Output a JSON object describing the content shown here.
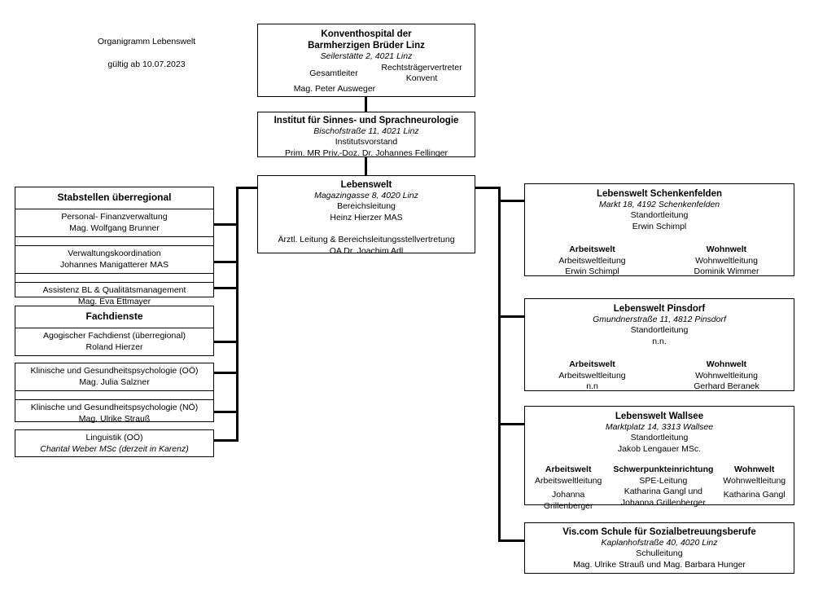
{
  "document": {
    "note_line1": "Organigramm Lebenswelt",
    "note_line2": "gültig ab 10.07.2023"
  },
  "top": {
    "hospital": {
      "title_line1": "Konventhospital der",
      "title_line2": "Barmherzigen Brüder Linz",
      "address": "Seilerstätte 2, 4021 Linz",
      "role_left": "Gesamtleiter",
      "role_right_line1": "Rechtsträgervertreter",
      "role_right_line2": "Konvent",
      "person_left": "Mag. Peter Ausweger"
    },
    "institute": {
      "title": "Institut für Sinnes- und Sprachneurologie",
      "address": "Bischofstraße 11, 4021 Linz",
      "role": "Institutsvorstand",
      "person": "Prim. MR Priv.-Doz. Dr. Johannes Fellinger"
    },
    "lebenswelt": {
      "title": "Lebenswelt",
      "address": "Magazingasse 8, 4020 Linz",
      "role": "Bereichsleitung",
      "person": "Heinz Hierzer MAS",
      "role2": "Ärztl. Leitung & Bereichsleitungsstellvertretung",
      "person2": "OA Dr. Joachim Adl"
    }
  },
  "left": {
    "groups": [
      {
        "header": "Stabstellen überregional",
        "entries": [
          {
            "role": "Personal- Finanzverwaltung",
            "person": "Mag. Wolfgang Brunner"
          },
          {
            "role": "Verwaltungskoordination",
            "person": "Johannes Manigatterer MAS"
          },
          {
            "role": "Assistenz BL & Qualitätsmanagement",
            "person": "Mag. Eva Ettmayer"
          }
        ]
      },
      {
        "header": "Fachdienste",
        "entries": [
          {
            "role": "Agogischer Fachdienst (überregional)",
            "person": "Roland Hierzer"
          }
        ]
      },
      {
        "header": null,
        "entries": [
          {
            "role": "Klinische und Gesundheitspsychologie (OÖ)",
            "person": "Mag. Julia Salzner"
          },
          {
            "role": "Klinische und Gesundheitspsychologie (NÖ)",
            "person": "Mag. Ulrike Strauß"
          }
        ]
      },
      {
        "header": null,
        "entries": [
          {
            "role": "Linguistik (OÖ)",
            "person": "Chantal Weber MSc (derzeit in Karenz)",
            "person_italic": true
          }
        ]
      }
    ]
  },
  "right": {
    "sites": [
      {
        "title": "Lebenswelt Schenkenfelden",
        "address": "Markt 18, 4192 Schenkenfelden",
        "role": "Standortleitung",
        "person": "Erwin Schimpl",
        "columns": [
          {
            "head": "Arbeitswelt",
            "role": "Arbeitsweltleitung",
            "person": "Erwin Schimpl"
          },
          {
            "head": "Wohnwelt",
            "role": "Wohnweltleitung",
            "person": "Dominik Wimmer"
          }
        ]
      },
      {
        "title": "Lebenswelt Pinsdorf",
        "address": "Gmundnerstraße 11, 4812 Pinsdorf",
        "role": "Standortleitung",
        "person": "n.n.",
        "columns": [
          {
            "head": "Arbeitswelt",
            "role": "Arbeitsweltleitung",
            "person": "n.n"
          },
          {
            "head": "Wohnwelt",
            "role": "Wohnweltleitung",
            "person": "Gerhard Beranek"
          }
        ]
      },
      {
        "title": "Lebenswelt Wallsee",
        "address": "Marktplatz 14, 3313 Wallsee",
        "role": "Standortleitung",
        "person": "Jakob Lengauer MSc.",
        "columns": [
          {
            "head": "Arbeitswelt",
            "role": "Arbeitsweltleitung",
            "person": "Johanna Grillenberger"
          },
          {
            "head": "Schwerpunkteinrichtung",
            "role": "SPE-Leitung",
            "person": "Katharina Gangl und\nJohanna Grillenberger"
          },
          {
            "head": "Wohnwelt",
            "role": "Wohnweltleitung",
            "person": "Katharina Gangl"
          }
        ]
      },
      {
        "title": "Vis.com Schule für Sozialbetreuungsberufe",
        "address": "Kaplanhofstraße 40, 4020 Linz",
        "role": "Schulleitung",
        "person": "Mag. Ulrike Strauß und Mag. Barbara Hunger",
        "columns": []
      }
    ]
  }
}
